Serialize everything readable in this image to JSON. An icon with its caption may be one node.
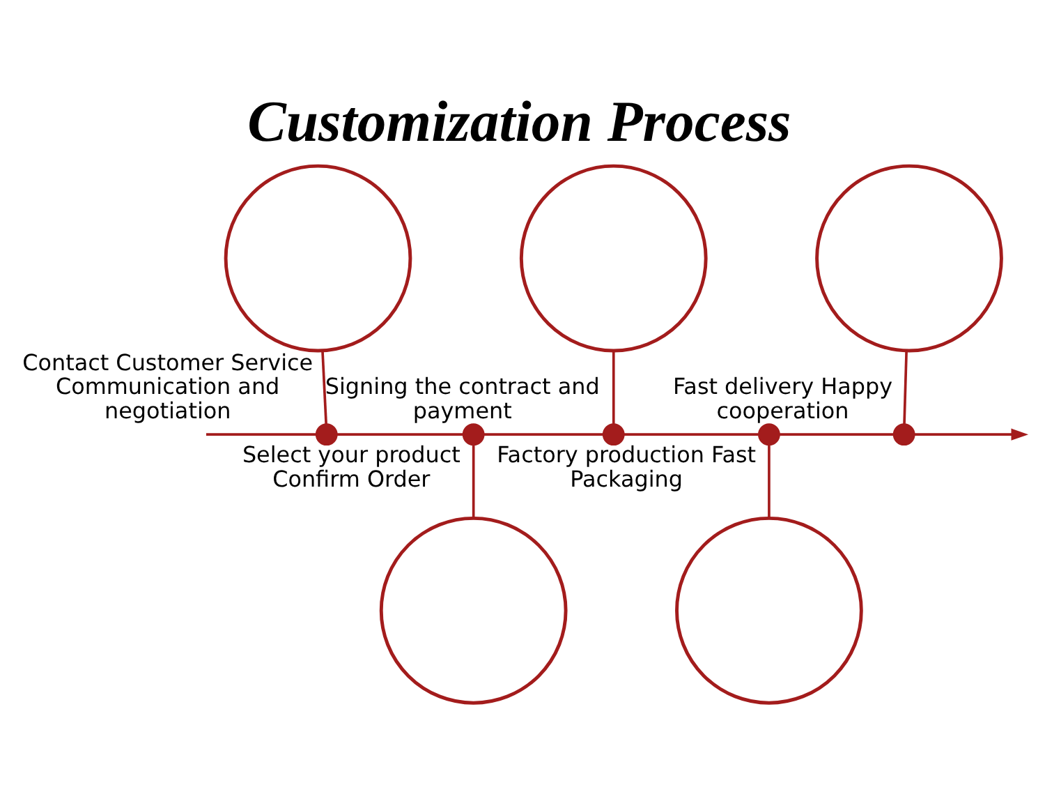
{
  "diagram": {
    "title": "Customization Process",
    "nodes": [
      {
        "text": [],
        "shape": "circle"
      },
      {
        "text": [],
        "shape": "circle"
      },
      {
        "text": [],
        "shape": "circle"
      },
      {
        "text": [],
        "shape": "circle"
      },
      {
        "text": [],
        "shape": "circle"
      },
      {
        "text": [],
        "shape": "circle",
        "beside": [
          "Contact Customer Service Communication and negotiation"
        ]
      },
      {
        "text": [],
        "shape": "circle",
        "beside": [
          "Select your product Confirm Order"
        ]
      },
      {
        "text": [],
        "shape": "circle",
        "beside": [
          "Signing the contract and payment"
        ]
      },
      {
        "text": [],
        "shape": "circle",
        "beside": [
          "Factory production Fast Packaging"
        ]
      },
      {
        "text": [],
        "shape": "circle",
        "beside": [
          "Fast delivery Happy cooperation"
        ]
      }
    ],
    "edges": [
      {
        "from": 0,
        "to": 5,
        "arrow": "none"
      },
      {
        "from": 6,
        "to": 1,
        "arrow": "none"
      },
      {
        "from": 2,
        "to": 7,
        "arrow": "none"
      },
      {
        "from": 8,
        "to": 3,
        "arrow": "none"
      },
      {
        "from": 4,
        "to": 9,
        "arrow": "none"
      },
      {
        "from": null,
        "to": 5,
        "arrow": "none"
      },
      {
        "from": 5,
        "to": 6,
        "arrow": "none"
      },
      {
        "from": 6,
        "to": 7,
        "arrow": "none"
      },
      {
        "from": 7,
        "to": 8,
        "arrow": "none"
      },
      {
        "from": 8,
        "to": 9,
        "arrow": "none"
      },
      {
        "from": 9,
        "to": null,
        "arrow": "to"
      }
    ]
  }
}
